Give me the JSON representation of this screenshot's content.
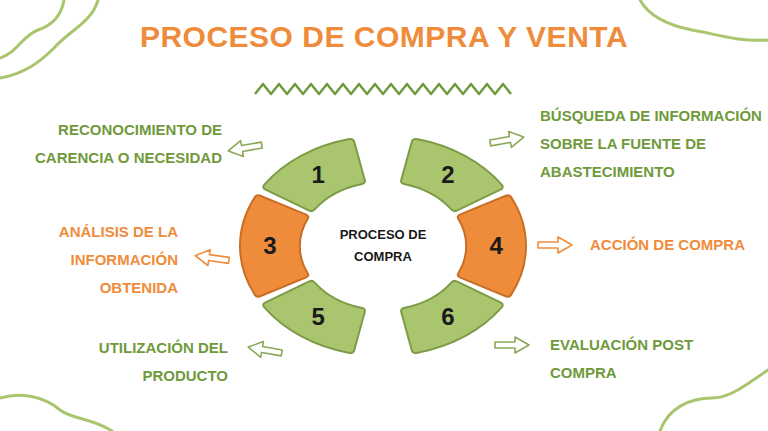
{
  "diagram": {
    "title": "PROCESO DE COMPRA Y VENTA",
    "nodes": [
      {
        "text": [
          "PROCESO DE COMPRA"
        ]
      },
      {
        "text": [
          "1"
        ]
      },
      {
        "text": [
          "2"
        ]
      },
      {
        "text": [
          "3"
        ]
      },
      {
        "text": [
          "4"
        ]
      },
      {
        "text": [
          "5"
        ]
      },
      {
        "text": [
          "6"
        ]
      }
    ],
    "labels": [
      "RECONOCIMIENTO DE CARENCIA O NECESIDAD",
      "BÚSQUEDA DE INFORMACIÓN SOBRE LA FUENTE DE ABASTECIMIENTO",
      "ANÁLISIS DE LA INFORMACIÓN OBTENIDA",
      "ACCIÓN DE COMPRA",
      "UTILIZACIÓN DEL PRODUCTO",
      "EVALUACIÓN POST COMPRA"
    ]
  }
}
